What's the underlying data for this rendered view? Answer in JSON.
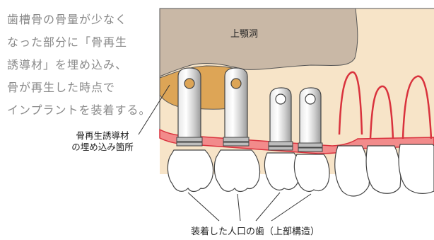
{
  "intro": {
    "lines": [
      "歯槽骨の骨量が少なく",
      "なった部分に「骨再生",
      "誘導材」を埋め込み、",
      "骨が再生した時点で",
      "インプラントを装着する。"
    ]
  },
  "labels": {
    "sinus": "上顎洞",
    "graft_line1": "骨再生誘導材",
    "graft_line2": "の埋め込み箇所",
    "caption": "装着した人口の歯（上部構造）"
  },
  "colors": {
    "sinus_fill": "#c9b8a6",
    "bone_fill": "#f7e4c8",
    "graft_fill": "#dda556",
    "gum_red": "#d9323d",
    "implant_gray": "#cccccc"
  }
}
